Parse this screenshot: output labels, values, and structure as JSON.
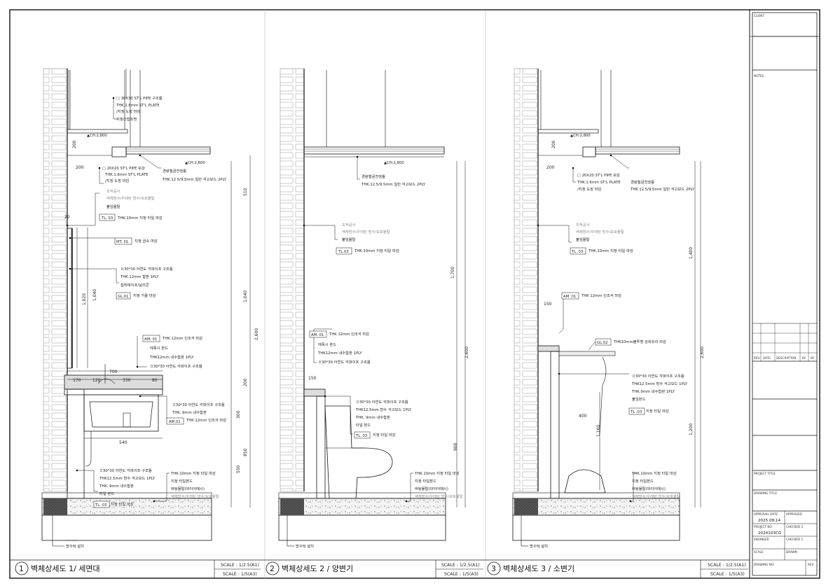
{
  "views": [
    {
      "number": "1",
      "title": "벽체상세도 1/ 세면대",
      "scale_a1": "SCALE : 1/2.5(A1)",
      "scale_a3": "SCALE : 1/5(A3)",
      "ceiling_level": "▲CH:2,800",
      "ceiling_level_2": "▲CH:2,600",
      "dims": {
        "d200a": "200",
        "d200b": "200",
        "d510": "510",
        "d20": "20",
        "d1020": "1,020",
        "d1040": "1,040",
        "d1040r": "1,040",
        "d2600": "2,600",
        "d700": "700",
        "d170": "170",
        "d120": "120",
        "d330": "330",
        "d80": "80",
        "d200c": "200",
        "d300": "300",
        "d540": "540",
        "d850": "850",
        "d550": "550"
      },
      "notes": [
        "□ 30X30 ST'L PIPE 구조틀",
        "THK.1.6mm ST'L PLATE",
        "/지정 도장 마감",
        "지정간접조명",
        "□ 20X20 ST'L PIPE 보강",
        "THK.1.6mm ST'L PLATE",
        "/지정 도장 마감",
        "경량철골천정틀",
        "THK.12.5/9.5mm 일반 석고보드 2PLY",
        "조적공사",
        "액체방수/우레탄 방수/보호몰탈",
        "붙임몰탈",
        "THK.10mm 지정 타일 마감",
        "지정 금속 마감",
        "ㅁ30*30 아연도 각파이프 구조틀",
        "THK.12mm 합판 1PLY",
        "접착테이프/실리콘",
        "지정 거울 마감",
        "THK 12mm 인조석 마감",
        "에폭시 본드",
        "THK12mm 내수합판 1PLY",
        "ㅁ30*30 아연도 각파이프 구조틀",
        "ㅁ30*30 아연도 각파이프 구조틀",
        "THK. 9mm 내수합판",
        "THK 12mm 인조석 마감",
        "ㅁ30*30 아연도 각파이프 구조틀",
        "THK12.5mm 방수 석고보드 1PLY",
        "THK. 9mm 내수합판",
        "타일 본드",
        "지정 타일 마감",
        "THK.10mm 지정 타일 마감",
        "지정 타일본드",
        "바탕몰탈(와이어메시)",
        "액체방수/우레탄 방수/보호몰탈",
        "방수턱 설치"
      ],
      "tags": {
        "tl03a": "TL. 03",
        "mt01": "MT. 01",
        "gl01": "GL.01",
        "am01a": "AM. 01",
        "am01b": "AM.01",
        "tl03b": "TL. 03"
      }
    },
    {
      "number": "2",
      "title": "벽체상세도 2 / 양변기",
      "scale_a1": "SCALE : 1/2.5(A1)",
      "scale_a3": "SCALE : 1/5(A3)",
      "ceiling_level": "▲CH:2,600",
      "dims": {
        "d1700": "1,700",
        "d2600": "2,600",
        "d150": "150",
        "d900": "900"
      },
      "notes": [
        "경량철골천정틀",
        "THK.12.5/9.5mm 일반 석고보드 2PLY",
        "조적공사",
        "액체방수/우레탄 방수/보호몰탈",
        "붙임몰탈",
        "THK.10mm 지정 타일 마감",
        "THK 12mm 인조석 마감",
        "에폭시 본드",
        "THK12mm 내수합판 1PLY",
        "ㅁ30*30 아연도 각파이프 구조틀",
        "ㅁ30*30 아연도 각파이프 구조틀",
        "THK12.5mm 방수 석고보드 1PLY",
        "THK. 9mm 내수합판",
        "타일 본드",
        "지정 타일 마감",
        "THK.10mm 지정 타일 마감",
        "지정 타일본드",
        "바탕몰탈(와이어메시)",
        "액체방수/우레탄 방수/보호몰탈",
        "방수턱 설치"
      ],
      "tags": {
        "tl03a": "TL.03",
        "am01": "AM. 01",
        "tl03b": "TL. 03"
      }
    },
    {
      "number": "3",
      "title": "벽체상세도 3 / 소변기",
      "scale_a1": "SCALE : 1/2.5(A1)",
      "scale_a3": "SCALE : 1/5(A3)",
      "ceiling_level": "▲CH:2,800",
      "dims": {
        "d200a": "200",
        "d200b": "200",
        "d1400": "1,400",
        "d150": "150",
        "d2600": "2,600",
        "d400": "400",
        "d1160": "1,160",
        "d1200": "1,200"
      },
      "notes": [
        "□ 20X20 ST'L PIPE 보강",
        "THK.1.6mm ST'L PLATE",
        "/지정 도장 마감",
        "경량철골천정틀",
        "THK.12.5/9.5mm 일반 석고보드 2PLY",
        "조적공사",
        "액체방수/우레탄 방수/보호몰탈",
        "붙임몰탈",
        "THK.10mm 지정 타일 마감",
        "THK 12mm 인조석 마감",
        "THK10mm불투명 강화유리 마감",
        "ㅁ30*30 아연도 각파이프 구조틀",
        "THK12.5mm 방수 석고보드 1PLY",
        "THK.9mm 내수합판 1PLY",
        "붙임본드",
        "지정 타일 마감",
        "THK.10mm 지정 타일 마감",
        "지정 타일본드",
        "바탕몰탈(와이어메시)",
        "액체방수/우레탄 방수/보호몰탈",
        "방수턱 설치"
      ],
      "tags": {
        "tl03a": "TL. 03",
        "am01": "AM. 01",
        "gl02": "GL.02",
        "tl03b": "TL .03"
      }
    }
  ],
  "title_block": {
    "client": "CLIENT",
    "notes": "NOTES",
    "rev": "REV.",
    "date": "DATE",
    "description": "DESCRIPTION",
    "by": "BY",
    "by2": "BY",
    "project_title": "PROJECT TITLE",
    "drawing_title": "DRAWING TITLE",
    "approval_date_label": "APPROVAL DATE",
    "approval_date": "2025.08.14",
    "approved": "APPROVED",
    "project_no_label": "PROJECT NO.",
    "project_no": "2024103CG",
    "checked2": "CHECKED 2",
    "engineer": "ENGINEER",
    "checked1": "CHECKED 1",
    "scale": "SCALE",
    "drawn": "DRAWN",
    "drawing_no": "DRAWING NO.",
    "rev2": "REV."
  }
}
